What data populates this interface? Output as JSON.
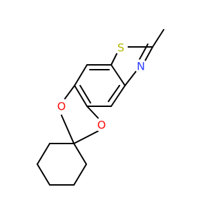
{
  "molecule": {
    "atoms": [
      {
        "id": "s1",
        "label": "S",
        "color": "#b5b500"
      },
      {
        "id": "n1",
        "label": "N",
        "color": "#2f3dff"
      },
      {
        "id": "o1",
        "label": "O",
        "color": "#ff0d0d"
      },
      {
        "id": "o2",
        "label": "O",
        "color": "#ff0d0d"
      }
    ]
  }
}
